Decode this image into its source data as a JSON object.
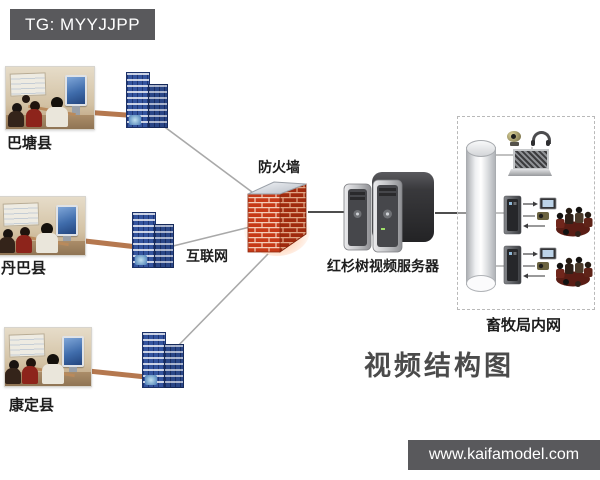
{
  "banners": {
    "top": "TG: MYYJJPP",
    "bottom": "www.kaifamodel.com",
    "bg_color": "#59595c",
    "fg_color": "#ffffff"
  },
  "title": "视频结构图",
  "sites": [
    {
      "name": "巴塘县"
    },
    {
      "name": "丹巴县"
    },
    {
      "name": "康定县"
    }
  ],
  "labels": {
    "firewall": "防火墙",
    "internet": "互联网",
    "server": "红杉树视频服务器",
    "intranet": "畜牧局内网"
  },
  "colors": {
    "building_blue": "#34549e",
    "firewall_brick_red": "#c63a18",
    "link_line_gray": "#a9a9a9",
    "link_line_brown": "#b5784f",
    "server_dark": "#3a3a3c",
    "dashed_border": "#b9b9b9"
  }
}
